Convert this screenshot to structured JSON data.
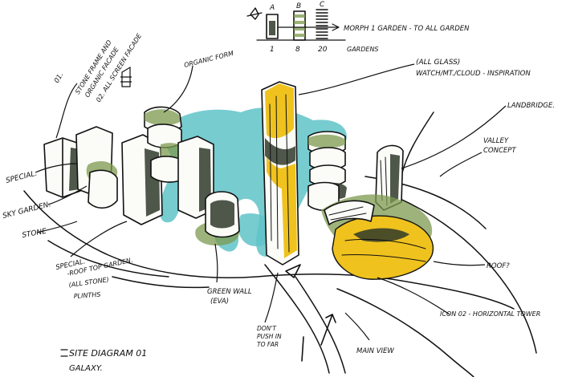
{
  "legend": {
    "massing_labels": [
      "A",
      "B",
      "C"
    ],
    "counts": [
      "1",
      "8",
      "20"
    ],
    "counts_unit": "GARDENS",
    "arrow_text": "MORPH 1 GARDEN - TO ALL GARDEN"
  },
  "labels": {
    "facade_note": [
      "01.",
      "STONE FRAME AND",
      "ORGANIC FACADE",
      "02. ALL SCREEN FACADE"
    ],
    "organic_form": "ORGANIC FORM",
    "glass_note": [
      "(ALL GLASS)",
      "WATCH/MT./CLOUD - INSPIRATION"
    ],
    "landbridge": "LANDBRIDGE.",
    "valley": [
      "VALLEY",
      "CONCEPT"
    ],
    "special": "SPECIAL.",
    "sky_garden": "SKY GARDEN.",
    "stone": "STONE",
    "special_roof": [
      "SPECIAL.",
      "-ROOF TOP GARDEN.",
      "(ALL STONE)",
      "PLINTHS"
    ],
    "green_wall": [
      "GREEN WALL",
      "(EVA)"
    ],
    "dont_push": [
      "DON'T",
      "PUSH IN",
      "TO FAR"
    ],
    "main_view": "MAIN VIEW",
    "roof": "ROOF?",
    "icon": "ICON 02 - HORIZONTAL TOWER",
    "title": "SITE DIAGRAM 01",
    "subtitle": "GALAXY."
  },
  "colors": {
    "ink": "#111111",
    "water": "#5fc3c8",
    "yellow": "#efc21e",
    "green": "#7c9a4f",
    "dark_green": "#2f3a2a"
  }
}
